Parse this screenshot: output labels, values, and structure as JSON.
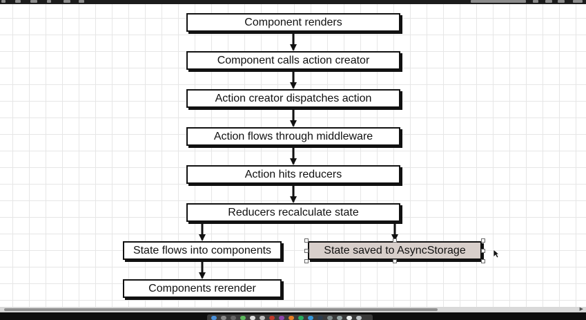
{
  "diagram": {
    "nodes": [
      {
        "id": "n1",
        "label": "Component renders"
      },
      {
        "id": "n2",
        "label": "Component calls action creator"
      },
      {
        "id": "n3",
        "label": "Action creator dispatches action"
      },
      {
        "id": "n4",
        "label": "Action flows through middleware"
      },
      {
        "id": "n5",
        "label": "Action hits reducers"
      },
      {
        "id": "n6",
        "label": "Reducers recalculate state"
      },
      {
        "id": "n7",
        "label": "State flows into components"
      },
      {
        "id": "n8",
        "label": "State saved to AsyncStorage",
        "selected": true
      },
      {
        "id": "n9",
        "label": "Components rerender"
      }
    ],
    "edges": [
      {
        "from": "n1",
        "to": "n2"
      },
      {
        "from": "n2",
        "to": "n3"
      },
      {
        "from": "n3",
        "to": "n4"
      },
      {
        "from": "n4",
        "to": "n5"
      },
      {
        "from": "n5",
        "to": "n6"
      },
      {
        "from": "n6",
        "to": "n7"
      },
      {
        "from": "n6",
        "to": "n8"
      },
      {
        "from": "n7",
        "to": "n9"
      }
    ]
  },
  "colors": {
    "node_fill": "#ffffff",
    "node_border": "#111111",
    "selected_fill": "#d8cfcb",
    "grid_line": "#e6e6e6",
    "arrow": "#111111"
  },
  "icons": [
    "mouse-pointer-icon",
    "scroll-arrow-right-icon"
  ]
}
